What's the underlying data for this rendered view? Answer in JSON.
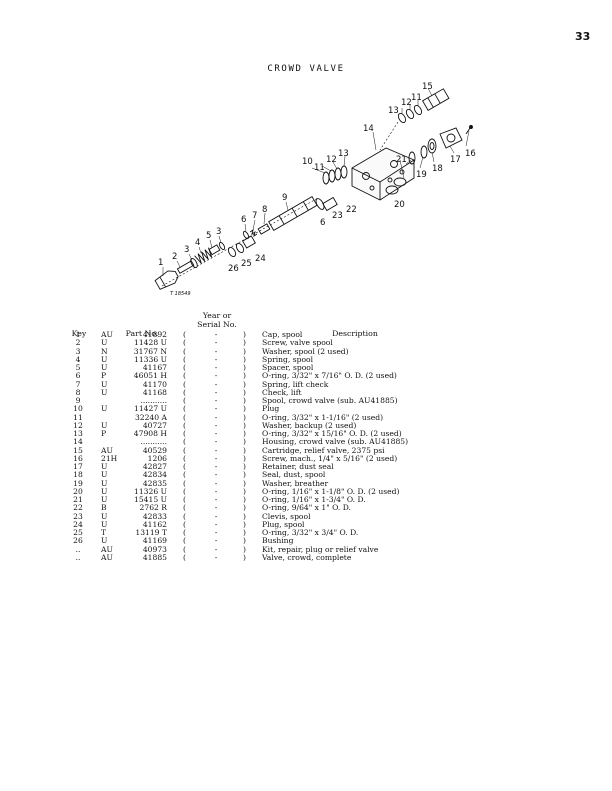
{
  "page_number": "33",
  "title": "CROWD VALVE",
  "figure_code": "T 18549",
  "callouts": [
    "1",
    "2",
    "3",
    "4",
    "5",
    "3",
    "6",
    "7",
    "8",
    "9",
    "26",
    "25",
    "24",
    "6",
    "23",
    "22",
    "10",
    "11",
    "12",
    "13",
    "14",
    "20",
    "21",
    "19",
    "18",
    "17",
    "13",
    "12",
    "11",
    "15",
    "16"
  ],
  "columns": {
    "key": "Key",
    "part_no": "Part No.",
    "year_line1": "Year or",
    "year_line2": "Serial No.",
    "description": "Description"
  },
  "rows": [
    {
      "key": "1",
      "prefix": "AU",
      "num": "41892",
      "yr": "-",
      "desc": "Cap, spool"
    },
    {
      "key": "2",
      "prefix": "U",
      "num": "11428 U",
      "yr": "-",
      "desc": "Screw, valve spool"
    },
    {
      "key": "3",
      "prefix": "N",
      "num": "31767 N",
      "yr": "-",
      "desc": "Washer, spool (2 used)"
    },
    {
      "key": "4",
      "prefix": "U",
      "num": "11336 U",
      "yr": "-",
      "desc": "Spring, spool"
    },
    {
      "key": "5",
      "prefix": "U",
      "num": "41167",
      "yr": "-",
      "desc": "Spacer, spool"
    },
    {
      "key": "6",
      "prefix": "P",
      "num": "46051 H",
      "yr": "-",
      "desc": "O-ring, 3/32\" x 7/16\" O. D. (2 used)"
    },
    {
      "key": "7",
      "prefix": "U",
      "num": "41170",
      "yr": "-",
      "desc": "Spring, lift check"
    },
    {
      "key": "8",
      "prefix": "U",
      "num": "41168",
      "yr": "-",
      "desc": "Check, lift"
    },
    {
      "key": "9",
      "prefix": "",
      "num": "...........",
      "yr": "-",
      "desc": "Spool, crowd valve (sub. AU41885)"
    },
    {
      "key": "10",
      "prefix": "U",
      "num": "11427 U",
      "yr": "-",
      "desc": "Plug"
    },
    {
      "key": "11",
      "prefix": "",
      "num": "32240 A",
      "yr": "-",
      "desc": "O-ring, 3/32\" x 1-1/16\" (2 used)"
    },
    {
      "key": "12",
      "prefix": "U",
      "num": "40727",
      "yr": "-",
      "desc": "Washer, backup (2 used)"
    },
    {
      "key": "13",
      "prefix": "P",
      "num": "47908 H",
      "yr": "-",
      "desc": "O-ring, 3/32\" x 15/16\" O. D. (2 used)"
    },
    {
      "key": "14",
      "prefix": "",
      "num": "...........",
      "yr": "-",
      "desc": "Housing, crowd valve (sub. AU41885)"
    },
    {
      "key": "15",
      "prefix": "AU",
      "num": "40529",
      "yr": "-",
      "desc": "Cartridge, relief valve, 2375 psi"
    },
    {
      "key": "16",
      "prefix": "21H",
      "num": "1206",
      "yr": "-",
      "desc": "Screw, mach., 1/4\" x 5/16\" (2 used)"
    },
    {
      "key": "17",
      "prefix": "U",
      "num": "42827",
      "yr": "-",
      "desc": "Retainer, dust seal"
    },
    {
      "key": "18",
      "prefix": "U",
      "num": "42834",
      "yr": "-",
      "desc": "Seal, dust, spool"
    },
    {
      "key": "19",
      "prefix": "U",
      "num": "42835",
      "yr": "-",
      "desc": "Washer, breather"
    },
    {
      "key": "20",
      "prefix": "U",
      "num": "11326 U",
      "yr": "-",
      "desc": "O-ring, 1/16\" x 1-1/8\" O. D. (2 used)"
    },
    {
      "key": "21",
      "prefix": "U",
      "num": "15415 U",
      "yr": "-",
      "desc": "O-ring, 1/16\" x 1-3/4\" O. D."
    },
    {
      "key": "22",
      "prefix": "B",
      "num": "2762 R",
      "yr": "-",
      "desc": "O-ring, 9/64\" x 1\" O. D."
    },
    {
      "key": "23",
      "prefix": "U",
      "num": "42833",
      "yr": "-",
      "desc": "Clevis, spool"
    },
    {
      "key": "24",
      "prefix": "U",
      "num": "41162",
      "yr": "-",
      "desc": "Plug, spool"
    },
    {
      "key": "25",
      "prefix": "T",
      "num": "13119 T",
      "yr": "-",
      "desc": "O-ring, 3/32\" x 3/4\" O. D."
    },
    {
      "key": "26",
      "prefix": "U",
      "num": "41169",
      "yr": "-",
      "desc": "Bushing"
    },
    {
      "key": "..",
      "prefix": "AU",
      "num": "40973",
      "yr": "-",
      "desc": "Kit, repair, plug or relief valve"
    },
    {
      "key": "..",
      "prefix": "AU",
      "num": "41885",
      "yr": "-",
      "desc": "Valve, crowd, complete"
    }
  ]
}
